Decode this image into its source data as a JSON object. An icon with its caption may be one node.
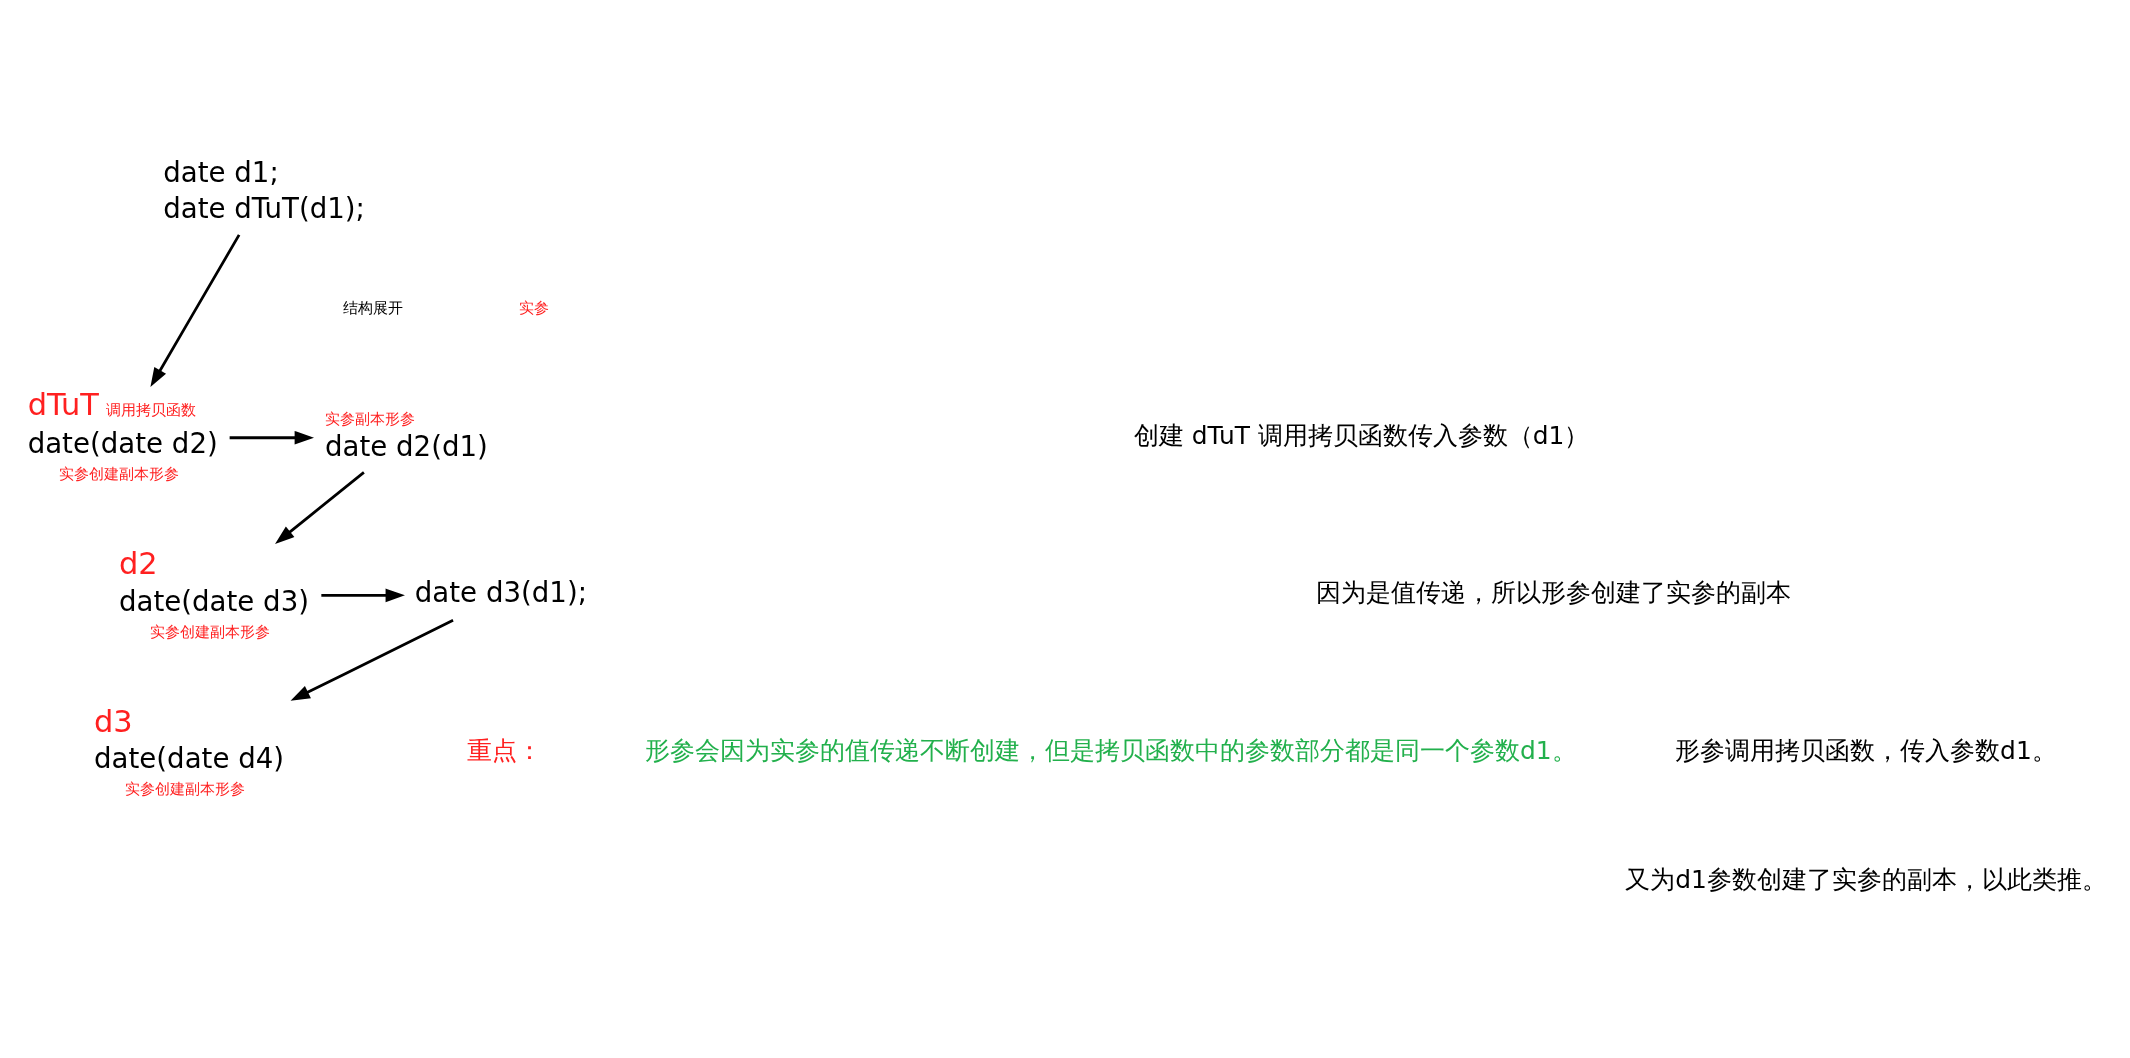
{
  "diagram": {
    "nodes": [
      {
        "text": [
          "date d1;",
          "date dTuT(d1);"
        ]
      },
      {
        "text": [
          "date(date d2)"
        ],
        "beside": [
          "dTuT",
          "调用拷贝函数",
          "实参创建副本形参"
        ]
      },
      {
        "text": [
          "date d2(d1)"
        ],
        "beside": [
          "实参副本形参"
        ]
      },
      {
        "text": [
          "date(date d3)"
        ],
        "beside": [
          "d2",
          "实参创建副本形参"
        ]
      },
      {
        "text": [
          "date d3(d1);"
        ]
      },
      {
        "text": [
          "date(date d4)"
        ],
        "beside": [
          "d3",
          "实参创建副本形参"
        ]
      }
    ],
    "edges": [
      {
        "from": 0,
        "to": 1,
        "arrow": "to"
      },
      {
        "from": 1,
        "to": 2,
        "arrow": "to"
      },
      {
        "from": 2,
        "to": 3,
        "arrow": "to"
      },
      {
        "from": 3,
        "to": 4,
        "arrow": "to"
      },
      {
        "from": 4,
        "to": 5,
        "arrow": "to"
      }
    ],
    "labels": [
      "结构展开",
      "实参",
      "创建 dTuT 调用拷贝函数传入参数（d1）",
      "因为是值传递，所以形参创建了实参的副本",
      "形参调用拷贝函数，传入参数d1。",
      "又为d1参数创建了实参的副本，以此类推。",
      "重点：",
      "形参会因为实参的值传递不断创建，但是拷贝函数中的参数部分都是同一个参数d1。"
    ]
  }
}
